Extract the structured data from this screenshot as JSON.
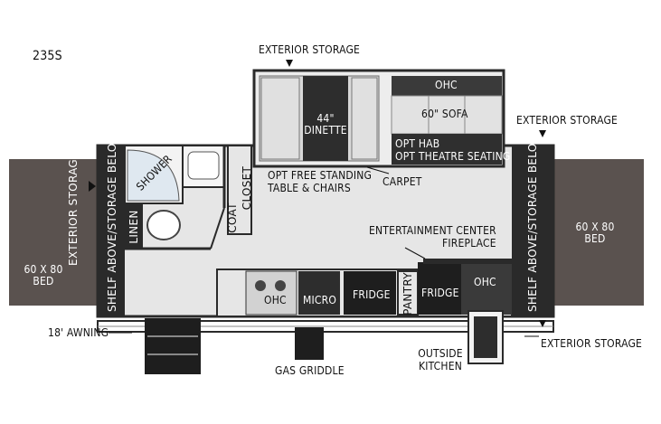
{
  "model": "235S",
  "labels": {
    "exterior_storage_top": "EXTERIOR STORAGE",
    "exterior_storage_right_top": "EXTERIOR STORAGE",
    "exterior_storage_bottom_right": "EXTERIOR STORAGE",
    "exterior_storage_left_vertical": "EXTERIOR STORAGE",
    "bed_left": "60 X 80\nBED",
    "bed_right": "60 X 80\nBED",
    "shelf_left": "SHELF ABOVE/STORAGE BELOW",
    "shelf_right": "SHELF ABOVE/STORAGE BELOW",
    "shower": "SHOWER",
    "linen": "LINEN",
    "coat_closet": "COAT CLOSET",
    "coat": "COAT",
    "closet": "CLOSET",
    "dinette": "44\"\nDINETTE",
    "ohc_top": "OHC",
    "sofa": "60\" SOFA",
    "opt_hab": "OPT HAB",
    "opt_theatre": "OPT THEATRE SEATING",
    "free_standing": "OPT FREE STANDING\nTABLE & CHAIRS",
    "carpet": "CARPET",
    "entertainment": "ENTERTAINMENT CENTER\nFIREPLACE",
    "ohc_left": "OHC",
    "micro": "MICRO",
    "fridge_main": "FRIDGE",
    "pantry": "PANTRY",
    "fridge_small": "FRIDGE",
    "ohc_right": "OHC",
    "awning": "18' AWNING",
    "gas_griddle": "GAS GRIDDLE",
    "outside_kitchen": "OUTSIDE\nKITCHEN"
  },
  "colors": {
    "dark": "#2a2a2a",
    "bed": "#5a524f",
    "floor": "#e6e6e6",
    "cabinet": "#3a3a3a",
    "white": "#ffffff"
  }
}
